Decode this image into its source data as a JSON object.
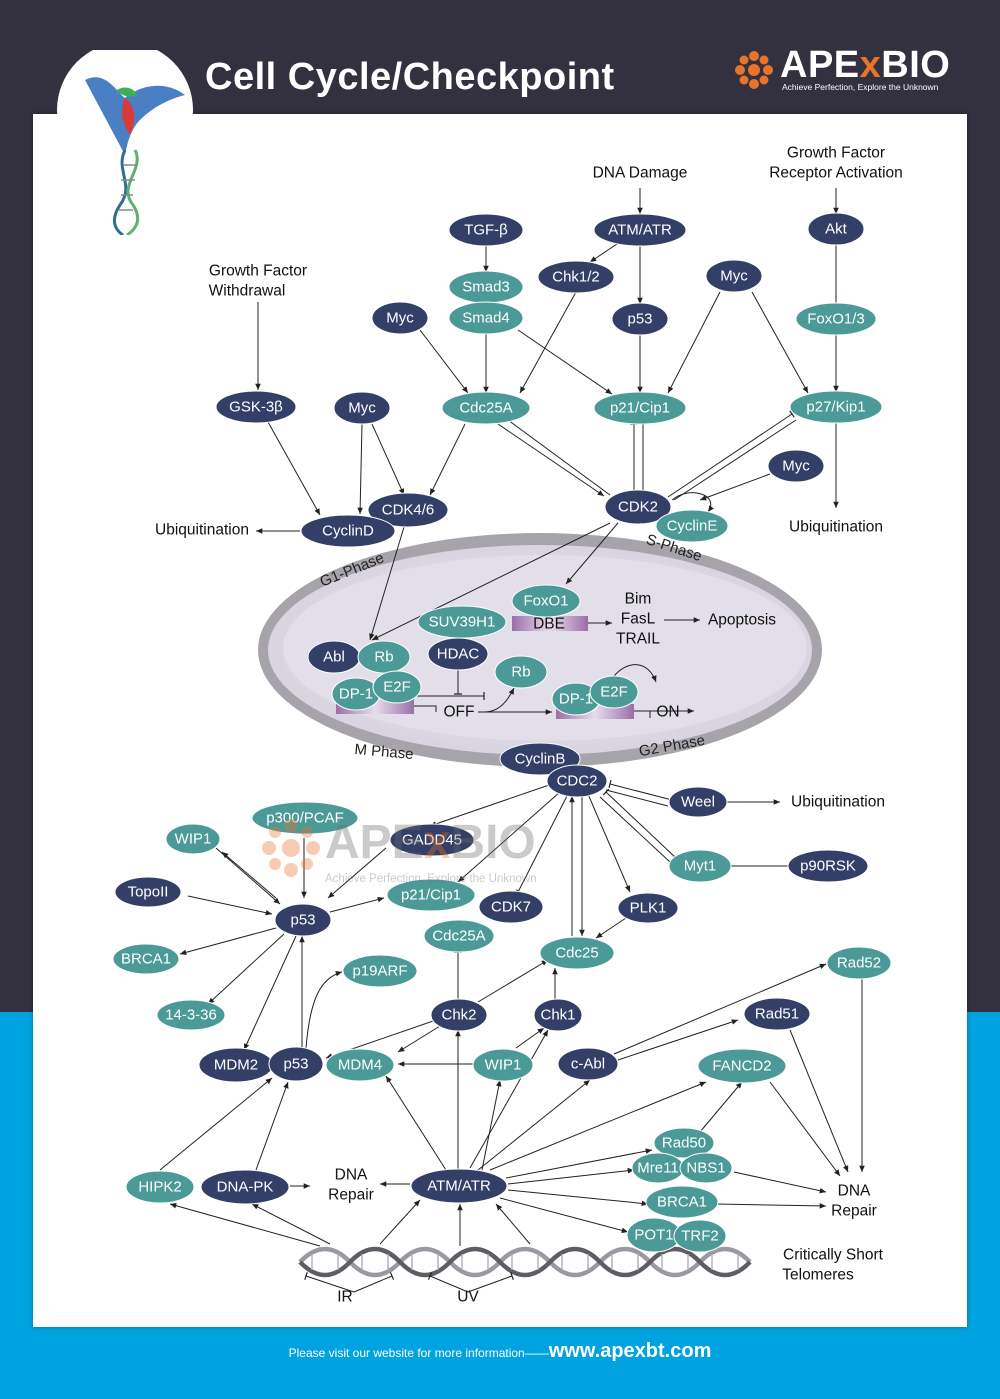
{
  "header": {
    "title": "Cell Cycle/Checkpoint",
    "brand_name_a": "APE",
    "brand_name_x": "x",
    "brand_name_b": "BIO",
    "brand_tagline": "Achieve Perfection, Explore the Unknown"
  },
  "watermark": {
    "name_a": "APE",
    "name_x": "x",
    "name_b": "BIO",
    "tagline": "Achieve Perfection, Explore the Unknown"
  },
  "footer": {
    "text": "Please visit our website for more information——",
    "url": "www.apexbt.com"
  },
  "colors": {
    "dark_node": "#333f66",
    "teal_node": "#4b9a97",
    "header_bg": "#33303f",
    "lower_band": "#00a2df",
    "accent": "#e8732a"
  },
  "phases": {
    "g1": "G1-Phase",
    "s": "S-Phase",
    "m": "M Phase",
    "g2": "G2 Phase"
  },
  "nodes": [
    {
      "id": "tgfb",
      "label": "TGF-β",
      "style": "dark"
    },
    {
      "id": "atm_top",
      "label": "ATM/ATR",
      "style": "dark"
    },
    {
      "id": "akt",
      "label": "Akt",
      "style": "dark"
    },
    {
      "id": "chk12",
      "label": "Chk1/2",
      "style": "dark"
    },
    {
      "id": "smad3",
      "label": "Smad3",
      "style": "teal"
    },
    {
      "id": "smad4",
      "label": "Smad4",
      "style": "teal"
    },
    {
      "id": "myc_a",
      "label": "Myc",
      "style": "dark"
    },
    {
      "id": "p53_top",
      "label": "p53",
      "style": "dark"
    },
    {
      "id": "myc_b",
      "label": "Myc",
      "style": "dark"
    },
    {
      "id": "foxo13",
      "label": "FoxO1/3",
      "style": "teal"
    },
    {
      "id": "gsk3b",
      "label": "GSK-3β",
      "style": "dark"
    },
    {
      "id": "myc_c",
      "label": "Myc",
      "style": "dark"
    },
    {
      "id": "cdc25a_top",
      "label": "Cdc25A",
      "style": "teal"
    },
    {
      "id": "p21_top",
      "label": "p21/Cip1",
      "style": "teal"
    },
    {
      "id": "p27",
      "label": "p27/Kip1",
      "style": "teal"
    },
    {
      "id": "myc_d",
      "label": "Myc",
      "style": "dark"
    },
    {
      "id": "cdk46",
      "label": "CDK4/6",
      "style": "dark"
    },
    {
      "id": "cyclind",
      "label": "CyclinD",
      "style": "dark"
    },
    {
      "id": "cdk2",
      "label": "CDK2",
      "style": "dark"
    },
    {
      "id": "cycline",
      "label": "CyclinE",
      "style": "teal"
    },
    {
      "id": "suv39h1",
      "label": "SUV39H1",
      "style": "teal"
    },
    {
      "id": "foxo1",
      "label": "FoxO1",
      "style": "teal"
    },
    {
      "id": "abl",
      "label": "Abl",
      "style": "dark"
    },
    {
      "id": "rb1",
      "label": "Rb",
      "style": "teal"
    },
    {
      "id": "hdac",
      "label": "HDAC",
      "style": "dark"
    },
    {
      "id": "rb2",
      "label": "Rb",
      "style": "teal"
    },
    {
      "id": "dp1a",
      "label": "DP-1",
      "style": "teal"
    },
    {
      "id": "e2fa",
      "label": "E2F",
      "style": "teal"
    },
    {
      "id": "dp1b",
      "label": "DP-1",
      "style": "teal"
    },
    {
      "id": "e2fb",
      "label": "E2F",
      "style": "teal"
    },
    {
      "id": "cyclinb",
      "label": "CyclinB",
      "style": "dark"
    },
    {
      "id": "cdc2",
      "label": "CDC2",
      "style": "dark"
    },
    {
      "id": "weel",
      "label": "Weel",
      "style": "dark"
    },
    {
      "id": "myt1",
      "label": "Myt1",
      "style": "teal"
    },
    {
      "id": "p90rsk",
      "label": "p90RSK",
      "style": "dark"
    },
    {
      "id": "p300",
      "label": "p300/PCAF",
      "style": "teal"
    },
    {
      "id": "gadd45",
      "label": "GADD45",
      "style": "dark"
    },
    {
      "id": "wip1a",
      "label": "WIP1",
      "style": "teal"
    },
    {
      "id": "topo",
      "label": "TopoII",
      "style": "dark"
    },
    {
      "id": "p21b",
      "label": "p21/Cip1",
      "style": "teal"
    },
    {
      "id": "cdk7",
      "label": "CDK7",
      "style": "dark"
    },
    {
      "id": "plk1",
      "label": "PLK1",
      "style": "dark"
    },
    {
      "id": "p53_mid",
      "label": "p53",
      "style": "dark"
    },
    {
      "id": "cdc25a_b",
      "label": "Cdc25A",
      "style": "teal"
    },
    {
      "id": "cdc25",
      "label": "Cdc25",
      "style": "teal"
    },
    {
      "id": "brca1a",
      "label": "BRCA1",
      "style": "teal"
    },
    {
      "id": "p19arf",
      "label": "p19ARF",
      "style": "teal"
    },
    {
      "id": "rad52",
      "label": "Rad52",
      "style": "teal"
    },
    {
      "id": "p1433",
      "label": "14-3-36",
      "style": "teal"
    },
    {
      "id": "chk2",
      "label": "Chk2",
      "style": "dark"
    },
    {
      "id": "chk1",
      "label": "Chk1",
      "style": "dark"
    },
    {
      "id": "rad51",
      "label": "Rad51",
      "style": "dark"
    },
    {
      "id": "mdm2",
      "label": "MDM2",
      "style": "dark"
    },
    {
      "id": "p53_low",
      "label": "p53",
      "style": "dark"
    },
    {
      "id": "mdm4",
      "label": "MDM4",
      "style": "teal"
    },
    {
      "id": "wip1b",
      "label": "WIP1",
      "style": "teal"
    },
    {
      "id": "cabl",
      "label": "c-Abl",
      "style": "dark"
    },
    {
      "id": "fancd2",
      "label": "FANCD2",
      "style": "teal"
    },
    {
      "id": "rad50",
      "label": "Rad50",
      "style": "teal"
    },
    {
      "id": "mre11",
      "label": "Mre11",
      "style": "teal"
    },
    {
      "id": "nbs1",
      "label": "NBS1",
      "style": "teal"
    },
    {
      "id": "hipk2",
      "label": "HIPK2",
      "style": "teal"
    },
    {
      "id": "dnapk",
      "label": "DNA-PK",
      "style": "dark"
    },
    {
      "id": "atm_low",
      "label": "ATM/ATR",
      "style": "dark"
    },
    {
      "id": "brca1b",
      "label": "BRCA1",
      "style": "teal"
    },
    {
      "id": "pot1",
      "label": "POT1",
      "style": "teal"
    },
    {
      "id": "trf2",
      "label": "TRF2",
      "style": "teal"
    }
  ],
  "labels": [
    {
      "id": "dna_damage",
      "text": "DNA Damage"
    },
    {
      "id": "gf_receptor_1",
      "text": "Growth Factor"
    },
    {
      "id": "gf_receptor_2",
      "text": "Receptor Activation"
    },
    {
      "id": "gf_withdrawal_1",
      "text": "Growth Factor"
    },
    {
      "id": "gf_withdrawal_2",
      "text": "Withdrawal"
    },
    {
      "id": "ubiq_left",
      "text": "Ubiquitination"
    },
    {
      "id": "ubiq_right",
      "text": "Ubiquitination"
    },
    {
      "id": "ubiq_weel",
      "text": "Ubiquitination"
    },
    {
      "id": "bim",
      "text": "Bim"
    },
    {
      "id": "fasl",
      "text": "FasL"
    },
    {
      "id": "trail",
      "text": "TRAIL"
    },
    {
      "id": "apoptosis",
      "text": "Apoptosis"
    },
    {
      "id": "dbe",
      "text": "DBE"
    },
    {
      "id": "off",
      "text": "OFF"
    },
    {
      "id": "on",
      "text": "ON"
    },
    {
      "id": "dna_repair_a1",
      "text": "DNA"
    },
    {
      "id": "dna_repair_a2",
      "text": "Repair"
    },
    {
      "id": "dna_repair_b1",
      "text": "DNA"
    },
    {
      "id": "dna_repair_b2",
      "text": "Repair"
    },
    {
      "id": "telomeres_1",
      "text": "Critically Short"
    },
    {
      "id": "telomeres_2",
      "text": "Telomeres"
    },
    {
      "id": "ir",
      "text": "IR"
    },
    {
      "id": "uv",
      "text": "UV"
    }
  ]
}
